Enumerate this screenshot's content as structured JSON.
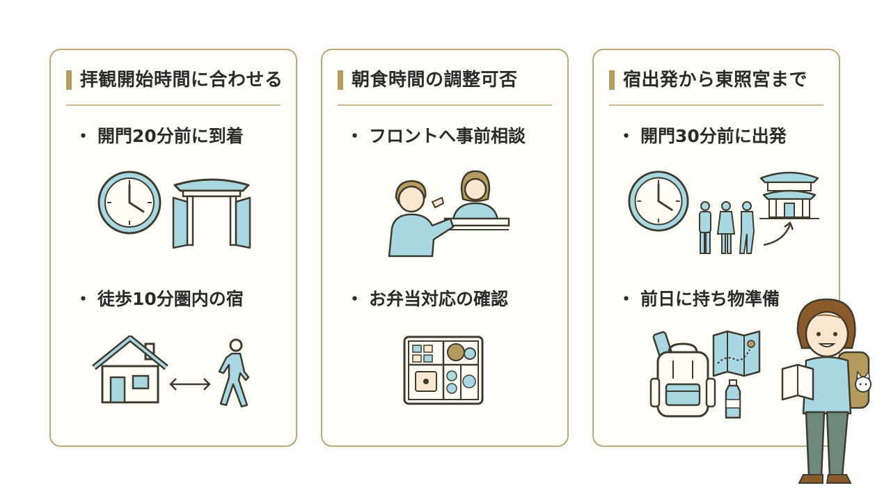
{
  "cards": [
    {
      "title": "拝観開始時間に合わせる",
      "items": [
        {
          "bullet": "・",
          "label": "開門20分前に到着",
          "icons": [
            "clock-icon",
            "temple-gate-icon"
          ]
        },
        {
          "bullet": "・",
          "label": "徒歩10分圏内の宿",
          "icons": [
            "house-icon",
            "double-arrow-icon",
            "walking-person-icon"
          ]
        }
      ]
    },
    {
      "title": "朝食時間の調整可否",
      "items": [
        {
          "bullet": "・",
          "label": "フロントへ事前相談",
          "icons": [
            "front-desk-consultation-icon"
          ]
        },
        {
          "bullet": "・",
          "label": "お弁当対応の確認",
          "icons": [
            "bento-box-icon"
          ]
        }
      ]
    },
    {
      "title": "宿出発から東照宮まで",
      "items": [
        {
          "bullet": "・",
          "label": "開門30分前に出発",
          "icons": [
            "clock-icon",
            "group-walking-icon",
            "shrine-icon",
            "curved-arrow-icon"
          ]
        },
        {
          "bullet": "・",
          "label": "前日に持ち物準備",
          "icons": [
            "backpack-icon",
            "map-icon",
            "water-bottle-icon",
            "traveler-character-icon"
          ]
        }
      ]
    }
  ],
  "colors": {
    "accent": "#b59b5e",
    "border": "#b9a77a",
    "fill": "#a9d8e3",
    "line": "#3d3a2e"
  }
}
